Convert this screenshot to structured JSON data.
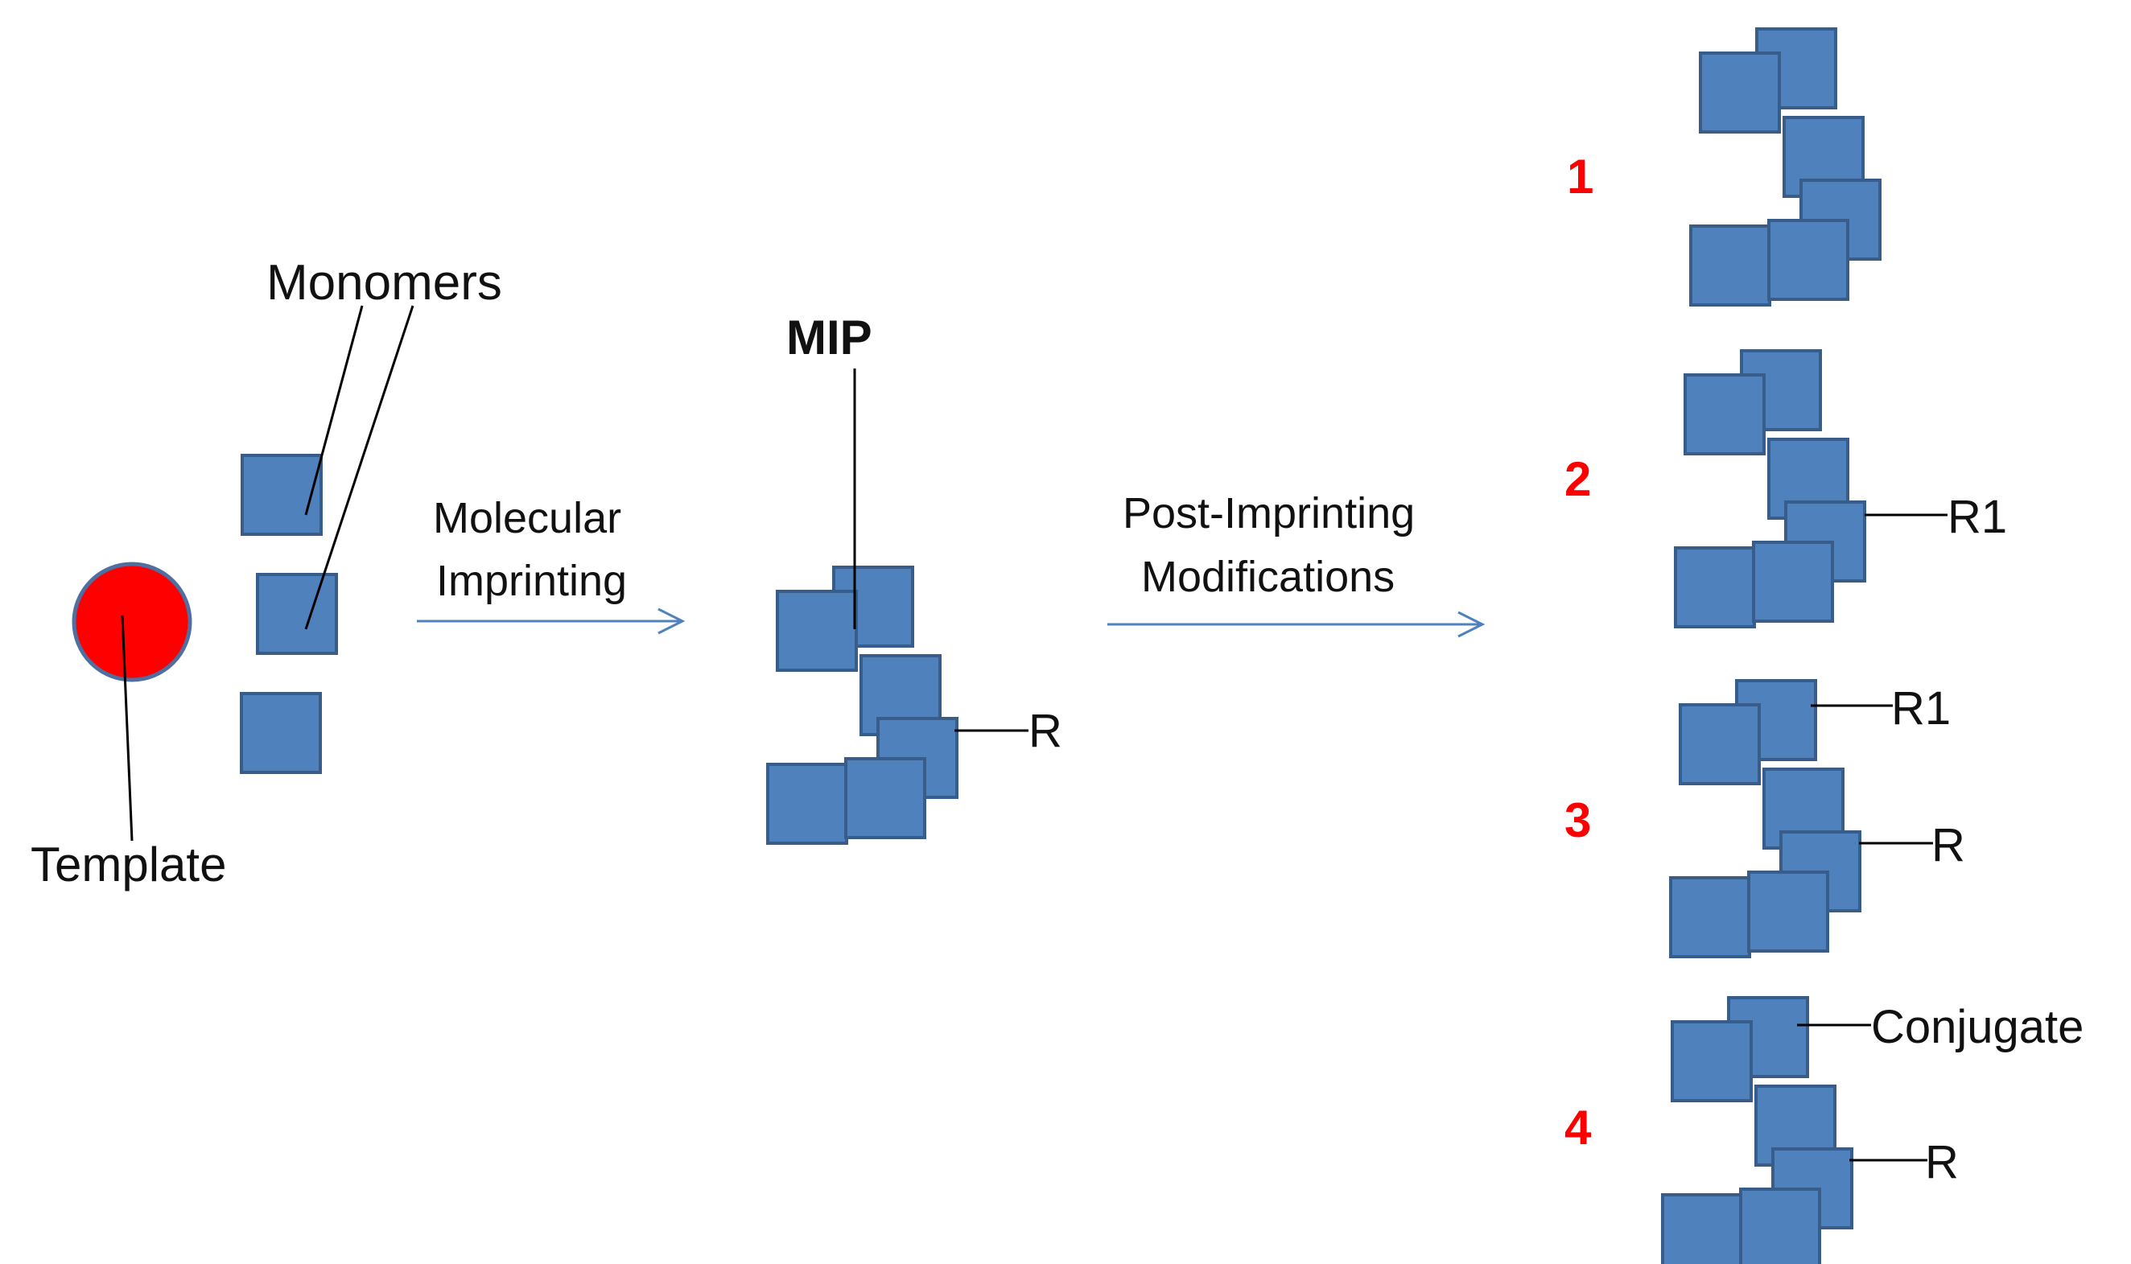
{
  "colors": {
    "block_fill": "#4f81bd",
    "block_stroke": "#385d8a",
    "template_fill": "#ff0000",
    "template_stroke": "#4f6fa0",
    "arrow": "#4f81bd",
    "number_color": "#ff0000"
  },
  "labels": {
    "monomers": "Monomers",
    "template": "Template",
    "molecular_imprinting_line1": "Molecular",
    "molecular_imprinting_line2": "Imprinting",
    "mip": "MIP",
    "mip_r": "R",
    "post_imprinting_line1": "Post-Imprinting",
    "post_imprinting_line2": "Modifications"
  },
  "variants": [
    {
      "number": "1"
    },
    {
      "number": "2",
      "r1": "R1"
    },
    {
      "number": "3",
      "r1": "R1",
      "r": "R"
    },
    {
      "number": "4",
      "conjugate": "Conjugate",
      "r": "R"
    }
  ]
}
